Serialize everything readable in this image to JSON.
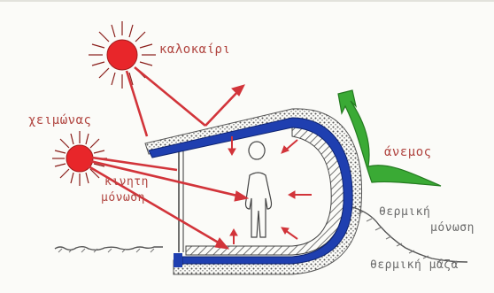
{
  "labels": {
    "summer": "καλοκαίρι",
    "winter": "χειμώνας",
    "insulation_left_line1": "κινητη",
    "insulation_left_line2": "μόνωση",
    "wind": "άνεμος",
    "thermal_insulation_line1": "θερμική",
    "thermal_insulation_line2": "μόνωση",
    "thermal_mass": "θερμική μάζα"
  },
  "colors": {
    "sun_fill": "#e8262a",
    "sun_rays": "#8a1e1a",
    "arrow_red": "#d2343a",
    "wall_blue": "#1f3fb0",
    "hatch": "#444444",
    "wind_green": "#3aaa35",
    "ground": "#555555"
  }
}
